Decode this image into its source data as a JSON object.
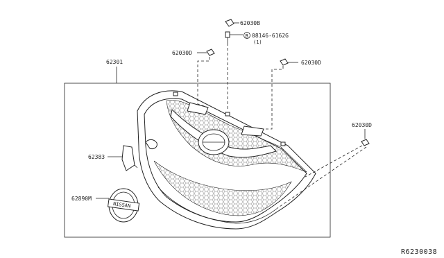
{
  "diagram": {
    "labels": {
      "p62030B": "62030B",
      "p08146": "08146-6162G",
      "p08146_qty": "(1)",
      "bolt_marker": "B",
      "p62030D_left": "62030D",
      "p62030D_right": "62030D",
      "p62030D_far_right": "62030D",
      "p62301": "62301",
      "p62383": "62383",
      "p62890M": "62890M",
      "emblem_text": "NISSAN"
    },
    "reference_code": "R6230038"
  }
}
